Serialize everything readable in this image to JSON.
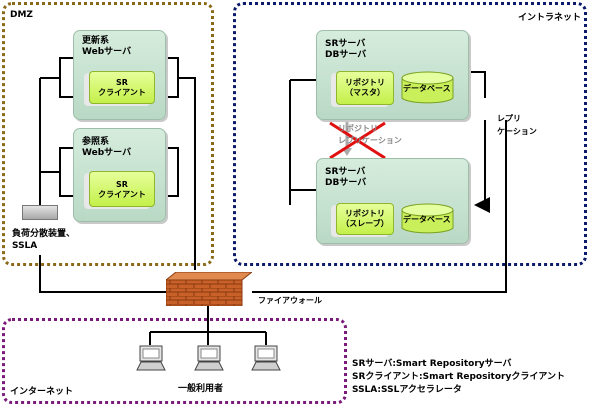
{
  "zones": {
    "dmz": "DMZ",
    "intranet": "イントラネット",
    "internet": "インターネット"
  },
  "update_server": {
    "title": "更新系\nWebサーバ",
    "component": "SR\nクライアント"
  },
  "ref_server": {
    "title": "参照系\nWebサーバ",
    "component": "SR\nクライアント"
  },
  "master_server": {
    "title": "SRサーバ\nDBサーバ",
    "repository": "リポジトリ\n（マスタ）",
    "database": "データベース"
  },
  "slave_server": {
    "title": "SRサーバ\nDBサーバ",
    "repository": "リポジトリ\n（スレーブ）",
    "database": "データベース"
  },
  "load_balancer": "負荷分散装置、\nSSLA",
  "firewall": "ファイアウォール",
  "replication": "レプリ\nケーション",
  "crossed_replication": "リポジトリ\nレプリケーション",
  "users": "一般利用者",
  "legend": [
    "SRサーバ:Smart Repositoryサーバ",
    "SRクライアント:Smart Repositoryクライアント",
    "SSLA:SSLアクセラレータ"
  ],
  "colors": {
    "dmz_border": "#8a6a1a",
    "intranet_border": "#0b1a6a",
    "internet_border": "#7a1a7a",
    "server_fill": "#c9e3d2",
    "component_fill": "#d4f56a",
    "firewall_fill": "#c8602a"
  }
}
